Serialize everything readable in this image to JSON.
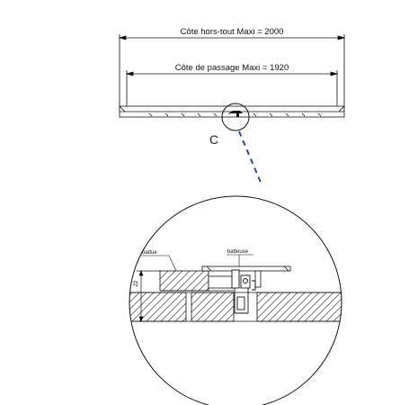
{
  "overall_dimension": "Côte hors-tout Maxi = 2000",
  "passage_dimension": "Côte de passage Maxi = 1920",
  "detail_label": "C",
  "left_part_label": "battue",
  "right_part_label": "batteuse",
  "height_value": "22",
  "colors": {
    "line": "#111111",
    "detail_pointer": "#2b4a86"
  }
}
